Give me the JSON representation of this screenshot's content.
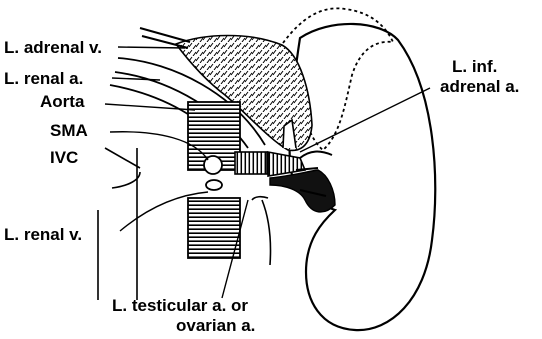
{
  "labels": {
    "adrenal_vein": "L. adrenal v.",
    "renal_artery": "L. renal a.",
    "aorta": "Aorta",
    "sma": "SMA",
    "ivc": "IVC",
    "renal_vein": "L. renal v.",
    "inf_adrenal_line1": "L. inf.",
    "inf_adrenal_line2": "adrenal a.",
    "testicular_line1": "L. testicular a. or",
    "testicular_line2": "ovarian a."
  }
}
